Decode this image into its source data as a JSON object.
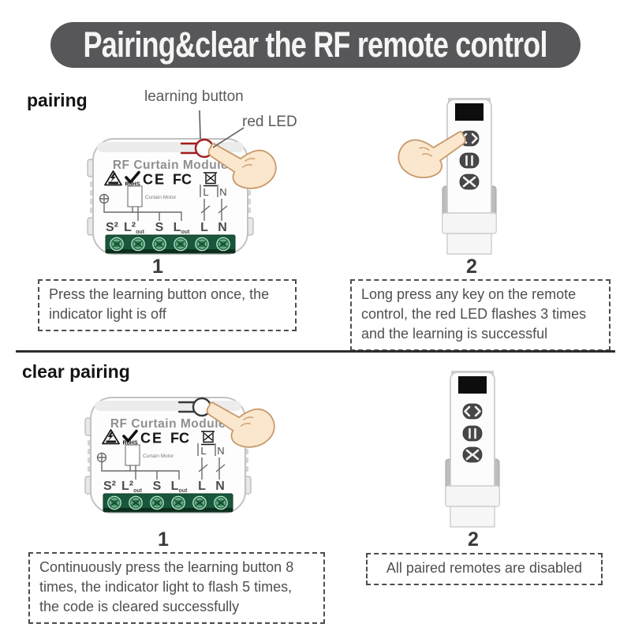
{
  "banner": {
    "title": "Pairing&clear the RF remote control"
  },
  "pairing": {
    "heading": "pairing",
    "callout_learning": "learning button",
    "callout_led": "red LED",
    "step1": {
      "number": "1",
      "lines": [
        "Press the learning button once, the",
        "indicator light is off"
      ]
    },
    "step2": {
      "number": "2",
      "lines": [
        "Long press any key on the remote",
        "control, the red LED flashes 3 times",
        "and the learning is successful"
      ]
    }
  },
  "clear_pairing": {
    "heading": "clear pairing",
    "step1": {
      "number": "1",
      "lines": [
        "Continuously press the learning button 8",
        "times, the indicator light to flash 5 times,",
        "the code is cleared successfully"
      ]
    },
    "step2": {
      "number": "2",
      "lines": [
        "All paired remotes are disabled"
      ]
    }
  },
  "module": {
    "title": "RF Curtain Module",
    "rohs_label": "RoHS",
    "ce_label": "CE",
    "fcc_label": "FC",
    "motor_label": "Curtain Motor",
    "wiring_l": "L",
    "wiring_n": "N",
    "terminals": [
      {
        "main": "S²",
        "sub": ""
      },
      {
        "main": "L²",
        "sub": "out"
      },
      {
        "main": "S",
        "sub": ""
      },
      {
        "main": "L",
        "sub": "out"
      },
      {
        "main": "L",
        "sub": ""
      },
      {
        "main": "N",
        "sub": ""
      }
    ]
  },
  "colors": {
    "banner_bg": "#57575a",
    "led_red": "#a01e1e",
    "led_dark": "#3a3a3a",
    "terminal_green": "#18573c",
    "text_gray": "#4f4f4f"
  }
}
